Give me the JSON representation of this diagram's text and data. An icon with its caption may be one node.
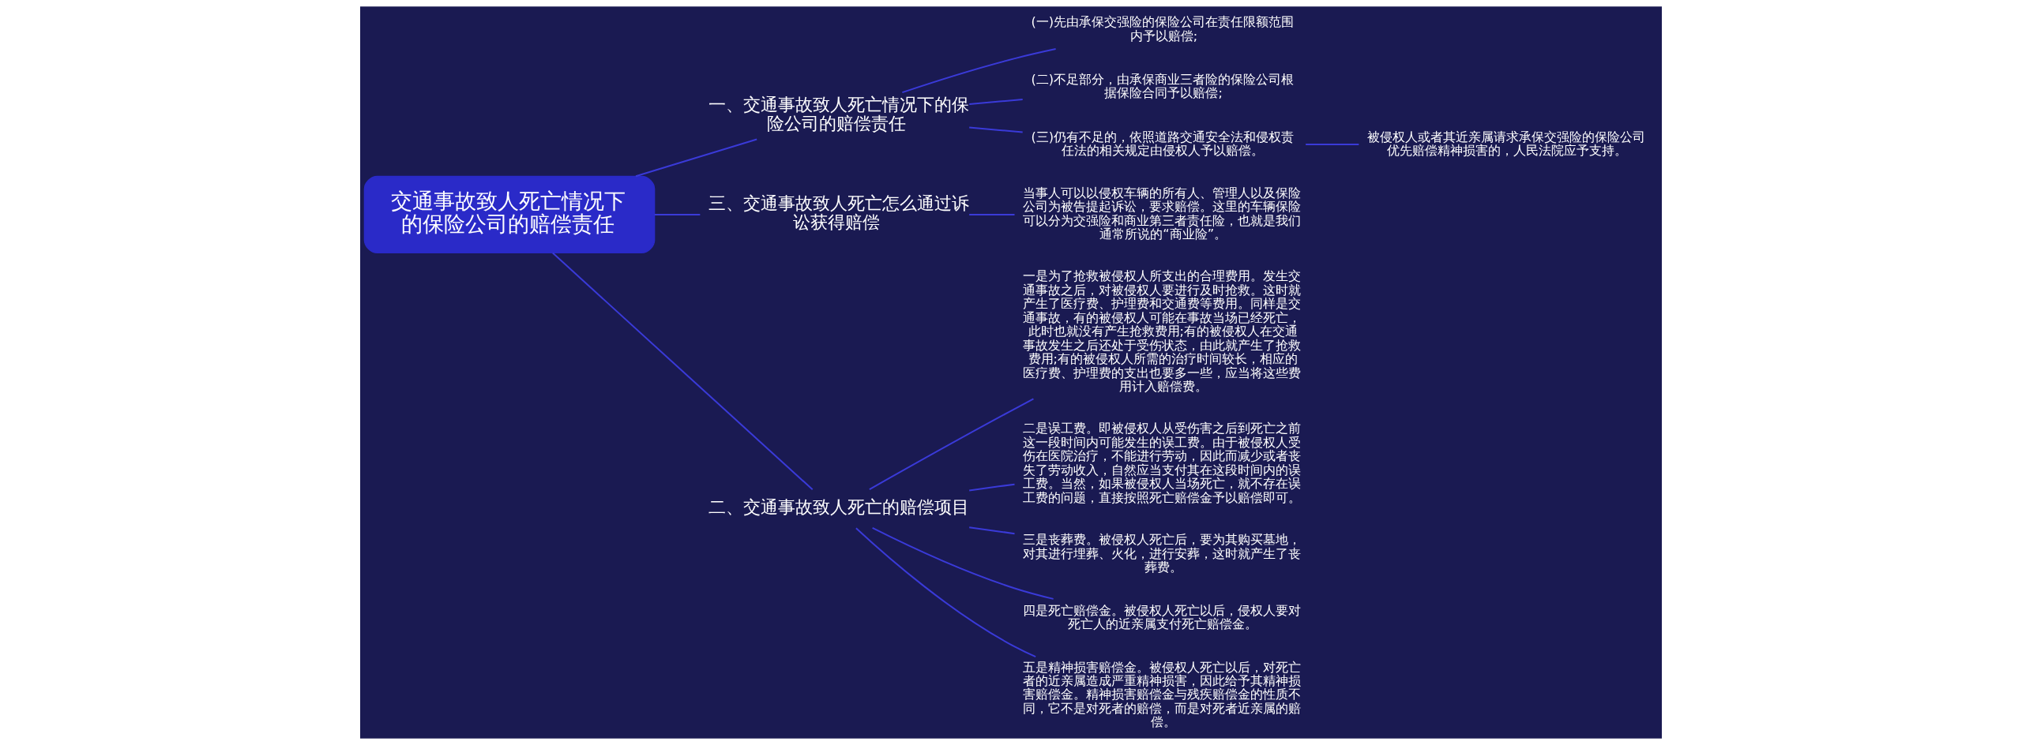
{
  "diagram": {
    "nodes": [
      {
        "text": [
          "交通事故致人死亡情况下的保险公司的赔偿责任"
        ]
      },
      {
        "text": [
          "一、交通事故致人死亡情况下的保险公司的赔偿责任"
        ]
      },
      {
        "text": [
          "(一)先由承保交强险的保险公司在责任限额范围内予以赔偿;"
        ]
      },
      {
        "text": [
          "(二)不足部分，由承保商业三者险的保险公司根据保险合同予以赔偿;"
        ]
      },
      {
        "text": [
          "(三)仍有不足的，依照道路交通安全法和侵权责任法的相关规定由侵权人予以赔偿。"
        ]
      },
      {
        "text": [
          "被侵权人或者其近亲属请求承保交强险的保险公司优先赔偿精神损害的，人民法院应予支持。"
        ]
      },
      {
        "text": [
          "三、交通事故致人死亡怎么通过诉讼获得赔偿"
        ]
      },
      {
        "text": [
          "当事人可以以侵权车辆的所有人、管理人以及保险公司为被告提起诉讼，要求赔偿。这里的车辆保险可以分为交强险和商业第三者责任险，也就是我们通常所说的“商业险”。"
        ]
      },
      {
        "text": [
          "二、交通事故致人死亡的赔偿项目"
        ]
      },
      {
        "text": [
          "一是为了抢救被侵权人所支出的合理费用。发生交通事故之后，对被侵权人要进行及时抢救。这时就产生了医疗费、护理费和交通费等费用。同样是交通事故，有的被侵权人可能在事故当场已经死亡，此时也就没有产生抢救费用;有的被侵权人在交通事故发生之后还处于受伤状态，由此就产生了抢救费用;有的被侵权人所需的治疗时间较长，相应的医疗费、护理费的支出也要多一些，应当将这些费用计入赔偿费。"
        ]
      },
      {
        "text": [
          "二是误工费。即被侵权人从受伤害之后到死亡之前这一段时间内可能发生的误工费。由于被侵权人受伤在医院治疗，不能进行劳动，因此而减少或者丧失了劳动收入，自然应当支付其在这段时间内的误工费。当然，如果被侵权人当场死亡，就不存在误工费的问题，直接按照死亡赔偿金予以赔偿即可。"
        ]
      },
      {
        "text": [
          "三是丧葬费。被侵权人死亡后，要为其购买墓地，对其进行埋葬、火化，进行安葬，这时就产生了丧葬费。"
        ]
      },
      {
        "text": [
          "四是死亡赔偿金。被侵权人死亡以后，侵权人要对死亡人的近亲属支付死亡赔偿金。"
        ]
      },
      {
        "text": [
          "五是精神损害赔偿金。被侵权人死亡以后，对死亡者的近亲属造成严重精神损害，因此给予其精神损害赔偿金。精神损害赔偿金与残疾赔偿金的性质不同，它不是对死者的赔偿，而是对死者近亲属的赔偿。"
        ]
      }
    ],
    "edges": [
      {
        "from": 0,
        "to": 1,
        "arrow": "none"
      },
      {
        "from": 1,
        "to": 2,
        "arrow": "none"
      },
      {
        "from": 1,
        "to": 3,
        "arrow": "none"
      },
      {
        "from": 1,
        "to": 4,
        "arrow": "none"
      },
      {
        "from": 4,
        "to": 5,
        "arrow": "none"
      },
      {
        "from": 0,
        "to": 6,
        "arrow": "none"
      },
      {
        "from": 6,
        "to": 7,
        "arrow": "none"
      },
      {
        "from": 0,
        "to": 8,
        "arrow": "none"
      },
      {
        "from": 8,
        "to": 9,
        "arrow": "none"
      },
      {
        "from": 8,
        "to": 10,
        "arrow": "none"
      },
      {
        "from": 8,
        "to": 11,
        "arrow": "none"
      },
      {
        "from": 8,
        "to": 12,
        "arrow": "none"
      },
      {
        "from": 8,
        "to": 13,
        "arrow": "none"
      }
    ]
  }
}
